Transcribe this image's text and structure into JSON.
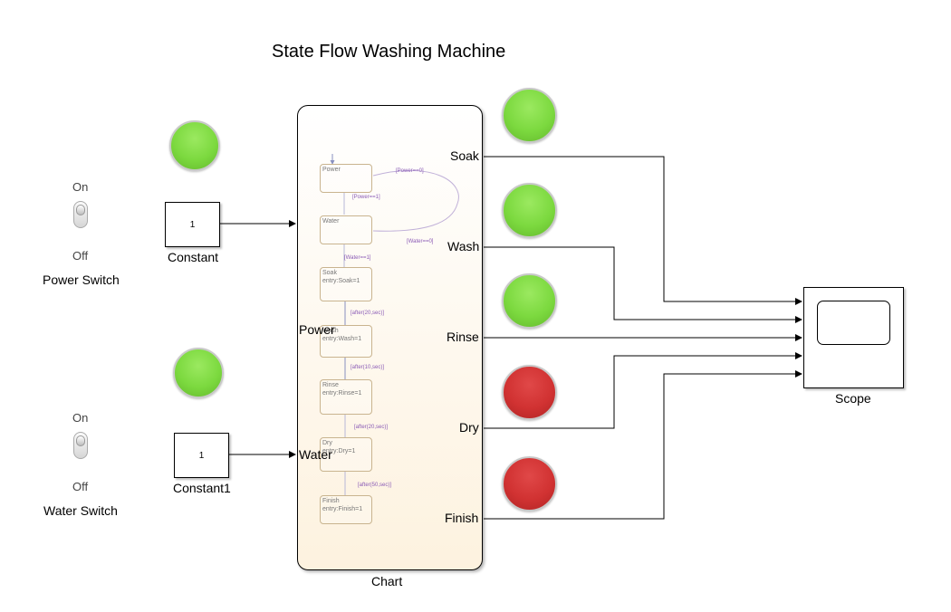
{
  "title": "State Flow Washing Machine",
  "switches": {
    "power": {
      "on_label": "On",
      "off_label": "Off",
      "name": "Power Switch"
    },
    "water": {
      "on_label": "On",
      "off_label": "Off",
      "name": "Water Switch"
    }
  },
  "constants": {
    "power": {
      "value": "1",
      "name": "Constant"
    },
    "water": {
      "value": "1",
      "name": "Constant1"
    }
  },
  "chart": {
    "name": "Chart",
    "inputs": {
      "power": "Power",
      "water": "Water"
    },
    "outputs": {
      "soak": "Soak",
      "wash": "Wash",
      "rinse": "Rinse",
      "dry": "Dry",
      "finish": "Finish"
    },
    "states": {
      "power": {
        "name": "Power",
        "entry": ""
      },
      "water": {
        "name": "Water",
        "entry": ""
      },
      "soak": {
        "name": "Soak",
        "entry": "entry:Soak=1"
      },
      "wash": {
        "name": "Wash",
        "entry": "entry:Wash=1"
      },
      "rinse": {
        "name": "Rinse",
        "entry": "entry:Rinse=1"
      },
      "dry": {
        "name": "Dry",
        "entry": "entry:Dry=1"
      },
      "finish": {
        "name": "Finish",
        "entry": "entry:Finish=1"
      }
    },
    "transitions": {
      "power_on": "[Power==1]",
      "power_off": "[Power==0]",
      "water_on": "[Water==1]",
      "water_off": "[Water==0]",
      "after_soak": "[after(20,sec)]",
      "after_wash": "[after(10,sec)]",
      "after_rinse": "[after(20,sec)]",
      "after_dry": "[after(50,sec)]"
    }
  },
  "scope": {
    "name": "Scope"
  },
  "colors": {
    "lamp_on": "#7cd93f",
    "lamp_off": "#d13232",
    "transition_text": "#8a5ab5"
  },
  "lamps": {
    "power": "green",
    "water": "green",
    "soak": "green",
    "wash": "green",
    "rinse": "green",
    "dry": "red",
    "finish": "red"
  }
}
